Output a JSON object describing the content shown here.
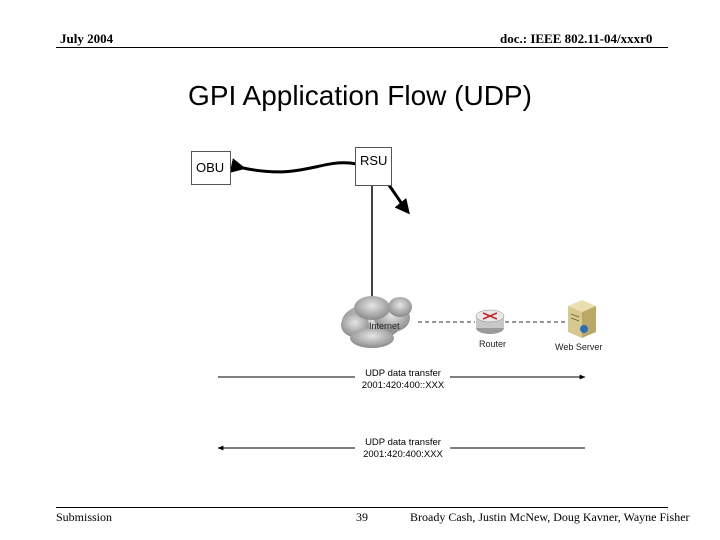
{
  "header": {
    "date": "July 2004",
    "doc": "doc.: IEEE 802.11-04/xxxr0"
  },
  "title": "GPI Application Flow (UDP)",
  "diagram": {
    "obu_label": "OBU",
    "rsu_label": "RSU",
    "internet_label": "Internet",
    "router_label": "Router",
    "server_label": "Web Server",
    "flow1": {
      "line1": "UDP data transfer",
      "line2": "2001:420:400::XXX"
    },
    "flow2": {
      "line1": "UDP data transfer",
      "line2": "2001:420:400:XXX"
    }
  },
  "footer": {
    "left": "Submission",
    "page": "39",
    "authors": "Broady Cash, Justin McNew, Doug Kavner, Wayne Fisher"
  }
}
